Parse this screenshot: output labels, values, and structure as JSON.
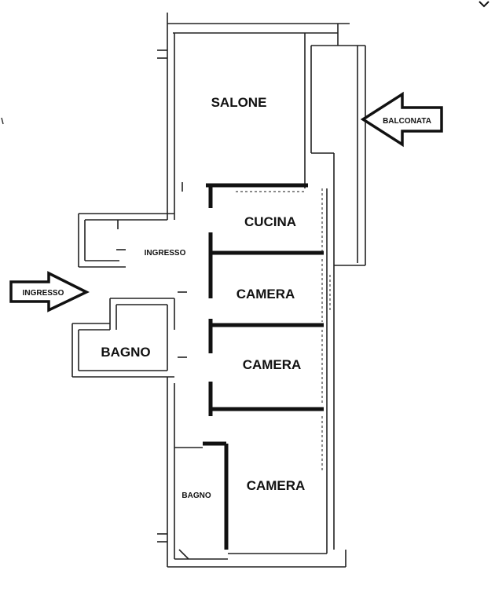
{
  "rooms": {
    "salone": "SALONE",
    "cucina": "CUCINA",
    "camera_1": "CAMERA",
    "camera_2": "CAMERA",
    "camera_3": "CAMERA",
    "bagno_main": "BAGNO",
    "bagno_small": "BAGNO",
    "ingresso_hall": "INGRESSO"
  },
  "arrows": {
    "ingresso": "INGRESSO",
    "balconata": "BALCONATA"
  }
}
